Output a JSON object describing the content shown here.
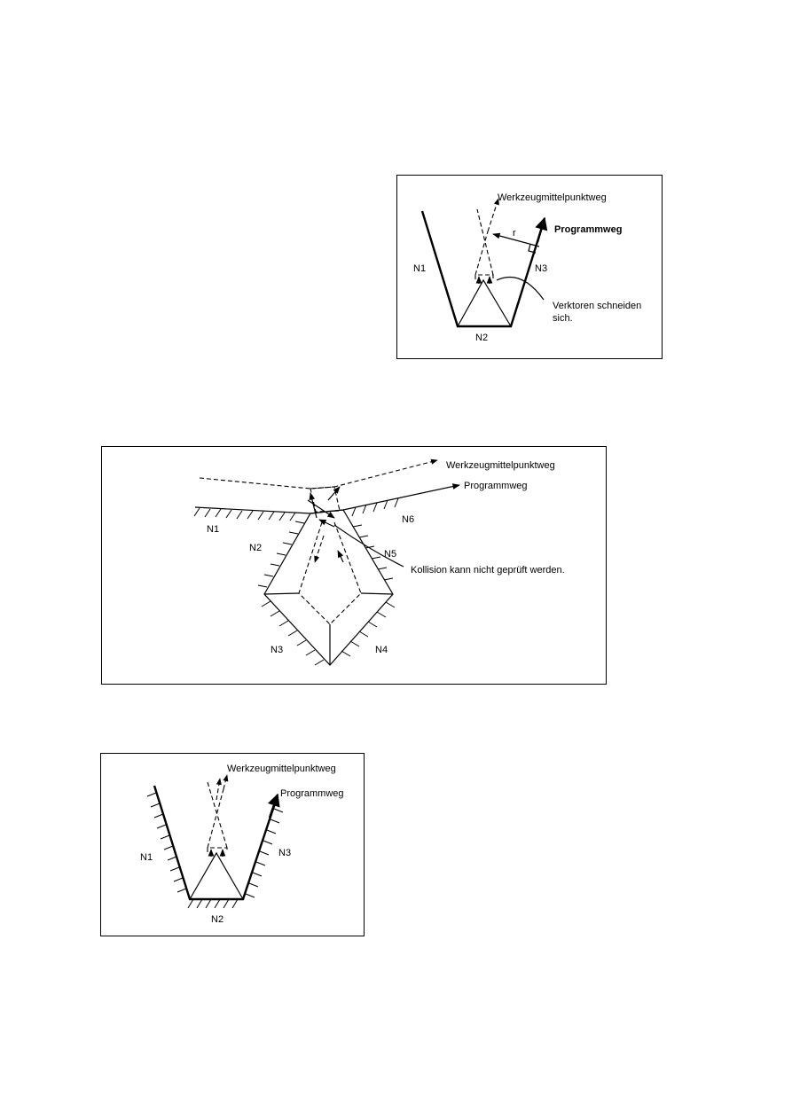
{
  "figure1": {
    "tool_path": "Werkzeugmittelpunktweg",
    "program_path": "Programmweg",
    "radius": "r",
    "n1": "N1",
    "n2": "N2",
    "n3": "N3",
    "note": [
      "Verktoren schneiden",
      "sich."
    ]
  },
  "figure2": {
    "tool_path": "Werkzeugmittelpunktweg",
    "program_path": "Programmweg",
    "n1": "N1",
    "n2": "N2",
    "n3": "N3",
    "n4": "N4",
    "n5": "N5",
    "n6": "N6",
    "note": "Kollision kann nicht geprüft werden."
  },
  "figure3": {
    "tool_path": "Werkzeugmittelpunktweg",
    "program_path": "Programmweg",
    "n1": "N1",
    "n2": "N2",
    "n3": "N3"
  }
}
